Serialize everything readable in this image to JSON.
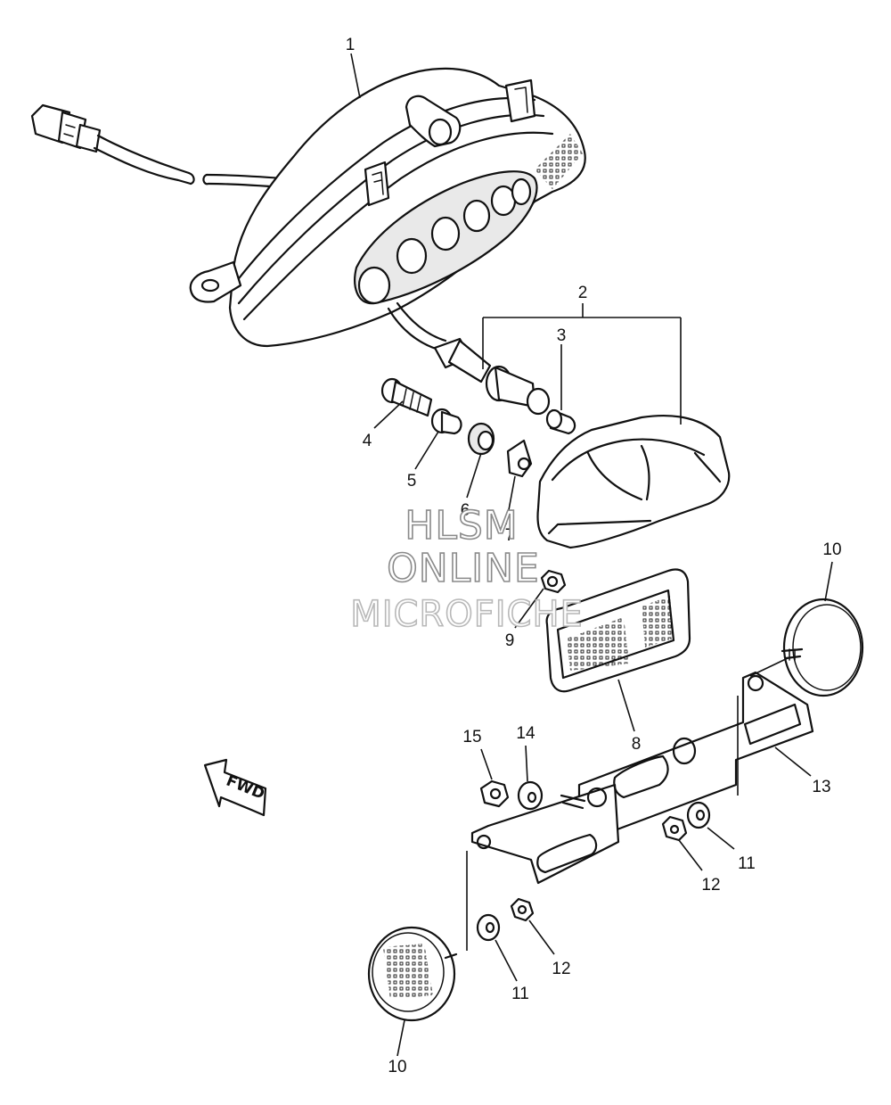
{
  "callouts": [
    {
      "num": "1"
    },
    {
      "num": "2"
    },
    {
      "num": "3"
    },
    {
      "num": "4"
    },
    {
      "num": "5"
    },
    {
      "num": "6"
    },
    {
      "num": "7"
    },
    {
      "num": "8"
    },
    {
      "num": "9"
    },
    {
      "num": "10"
    },
    {
      "num": "10"
    },
    {
      "num": "11"
    },
    {
      "num": "11"
    },
    {
      "num": "12"
    },
    {
      "num": "12"
    },
    {
      "num": "13"
    },
    {
      "num": "14"
    },
    {
      "num": "15"
    }
  ],
  "watermark": {
    "line1": "HLSM",
    "line2": "ONLINE",
    "line3": "MICROFICHE"
  },
  "direction_marker": {
    "label": "FWD",
    "icon": "forward-arrow-icon"
  },
  "colors": {
    "line": "#111111",
    "background": "#ffffff",
    "watermark": "#8a8a8a"
  }
}
